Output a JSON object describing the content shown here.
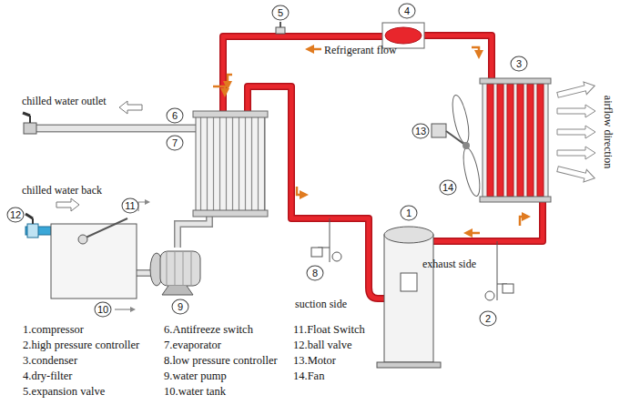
{
  "diagram": {
    "labels": [
      "Refrigerant flow",
      "chilled water outlet",
      "chilled water back",
      "airflow direction",
      "suction side",
      "exhaust side",
      "5",
      "4",
      "3",
      "6",
      "7",
      "13",
      "11",
      "14",
      "12",
      "1",
      "8",
      "2",
      "10",
      "9",
      "1.compressor",
      "2.high pressure controller",
      "3.condenser",
      "4.dry-filter",
      "5.expansion valve",
      "6.Antifreeze switch",
      "7.evaporator",
      "8.low pressure controller",
      "9.water pump",
      "10.water tank",
      "11.Float Switch",
      "12.ball valve",
      "13.Motor",
      "14.Fan"
    ]
  }
}
